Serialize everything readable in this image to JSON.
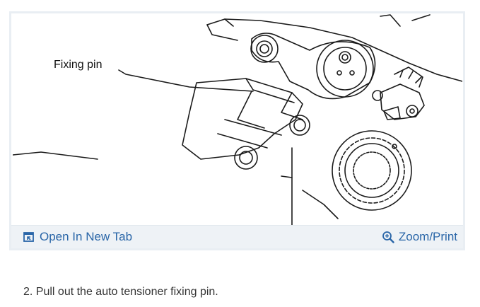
{
  "figure": {
    "callout_label": "Fixing pin",
    "toolbar": {
      "open_new_tab_label": "Open In New Tab",
      "zoom_print_label": "Zoom/Print",
      "open_new_tab_icon": "external-window-icon",
      "zoom_icon": "magnifier-plus-icon"
    }
  },
  "step": {
    "text": "2. Pull out the auto tensioner fixing pin."
  },
  "colors": {
    "link": "#2a66a8",
    "toolbar_bg": "#eef2f6",
    "card_border": "#e9eef3"
  }
}
